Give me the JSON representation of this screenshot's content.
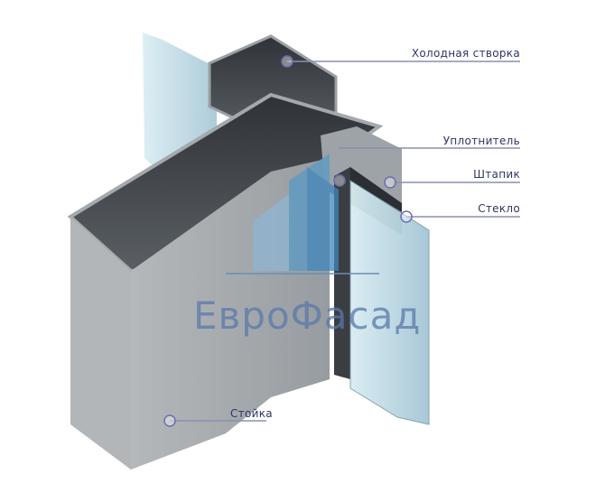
{
  "logo": {
    "text": "ЕвроФасад"
  },
  "labels": {
    "cold_sash": "Холодная створка",
    "seal": "Уплотнитель",
    "bead": "Штапик",
    "glass": "Стекло",
    "mullion": "Стойка"
  },
  "colors": {
    "label_text": "#2e3566",
    "leader_line": "#8a8fb0",
    "profile": "#a4a9ad",
    "profile_dark": "#3f4449",
    "glass": "#bcd8e4"
  }
}
